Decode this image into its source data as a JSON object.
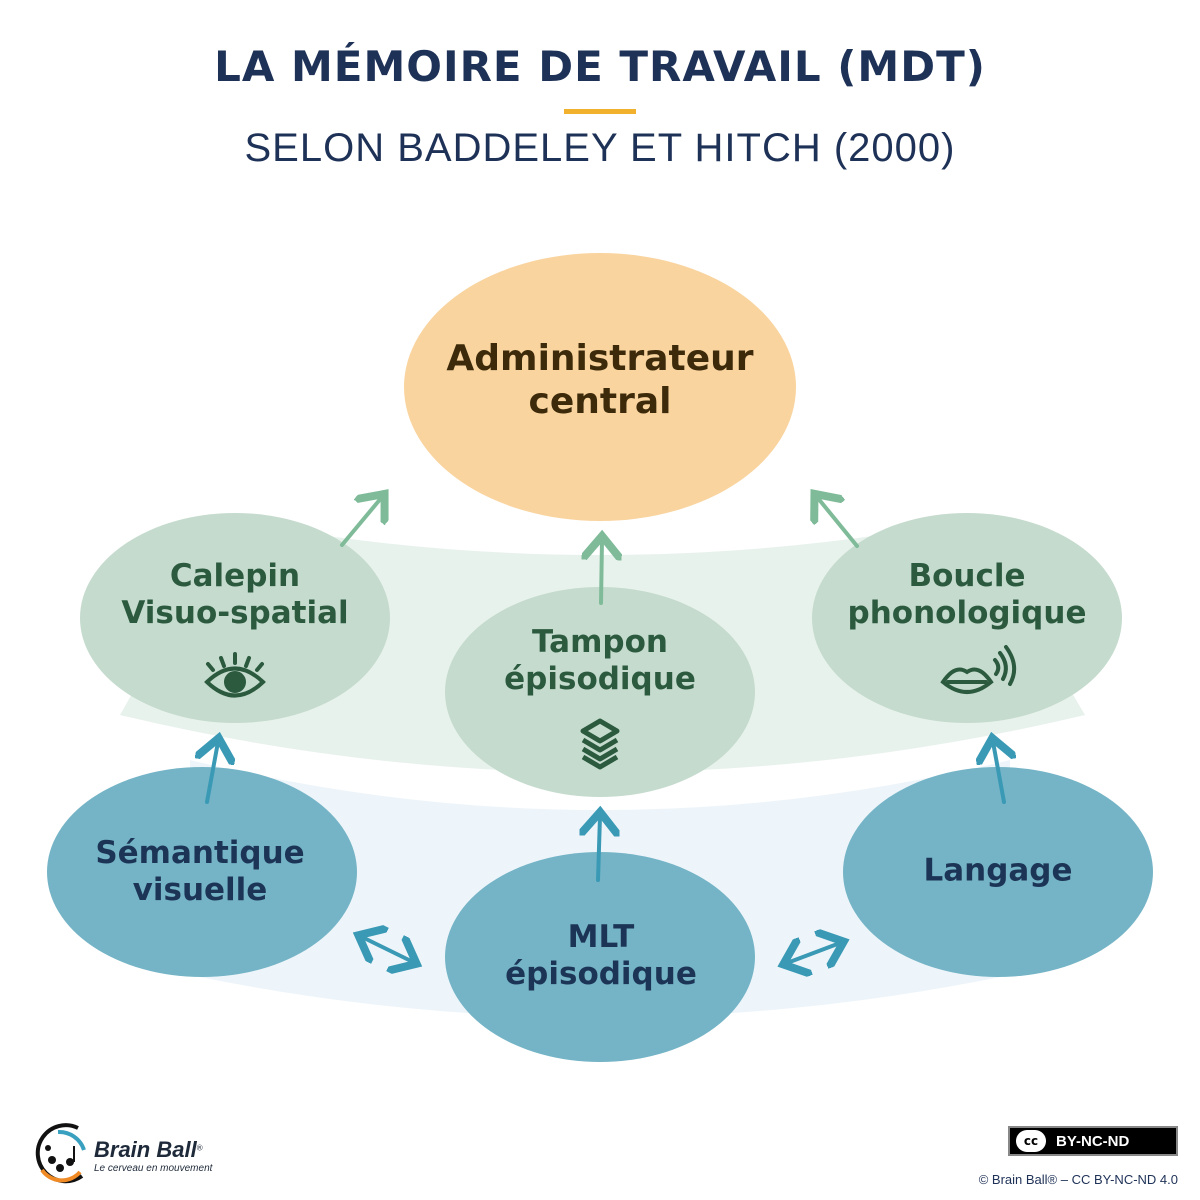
{
  "title": "LA MÉMOIRE DE TRAVAIL (MDT)",
  "subtitle": "SELON BADDELEY ET HITCH (2000)",
  "nodes": {
    "admin": [
      "Administrateur",
      "central"
    ],
    "calepin": [
      "Calepin",
      "Visuo-spatial"
    ],
    "tampon": [
      "Tampon",
      "épisodique"
    ],
    "boucle": [
      "Boucle",
      "phonologique"
    ],
    "semantique": [
      "Sémantique",
      "visuelle"
    ],
    "mlt": [
      "MLT",
      "épisodique"
    ],
    "langage": [
      "Langage"
    ]
  },
  "icons": {
    "calepin": "eye-icon",
    "tampon": "layers-icon",
    "boucle": "lips-sound-icon"
  },
  "footer": {
    "brand": "Brain Ball",
    "brand_mark": "®",
    "tagline": "Le cerveau en mouvement",
    "license_badge_cc": "cc",
    "license_badge": "BY-NC-ND",
    "copyright": "© Brain Ball® – CC BY-NC-ND 4.0"
  },
  "colors": {
    "navy": "#1e3157",
    "accent": "#f2b12c",
    "admin": "#f9d49f",
    "green": "#c5dbce",
    "blue": "#74b4c6"
  }
}
